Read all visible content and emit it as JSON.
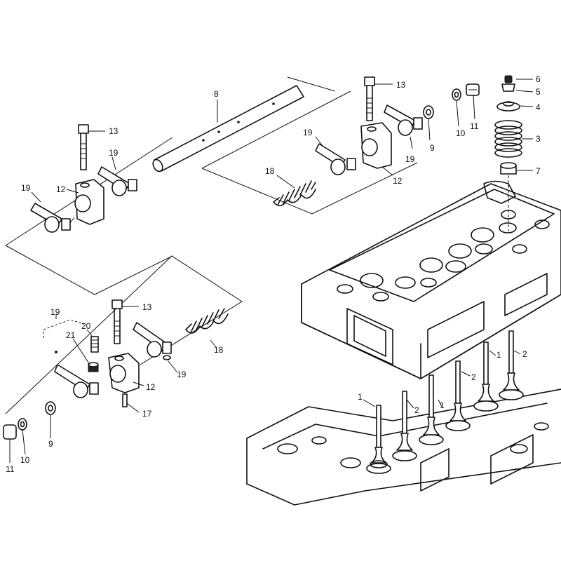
{
  "diagram": {
    "callouts": {
      "c1a": "1",
      "c1b": "1",
      "c1c": "1",
      "c2a": "2",
      "c2b": "2",
      "c2c": "2",
      "c3": "3",
      "c4": "4",
      "c5": "5",
      "c6": "6",
      "c7": "7",
      "c8": "8",
      "c9a": "9",
      "c9b": "9",
      "c10a": "10",
      "c10b": "10",
      "c11a": "11",
      "c11b": "11",
      "c12a": "12",
      "c12b": "12",
      "c12c": "12",
      "c13a": "13",
      "c13b": "13",
      "c13c": "13",
      "c17": "17",
      "c18a": "18",
      "c18b": "18",
      "c19a": "19",
      "c19b": "19",
      "c19c": "19",
      "c19d": "19",
      "c19e": "19",
      "c19f": "19",
      "c20": "20",
      "c21": "21"
    }
  }
}
